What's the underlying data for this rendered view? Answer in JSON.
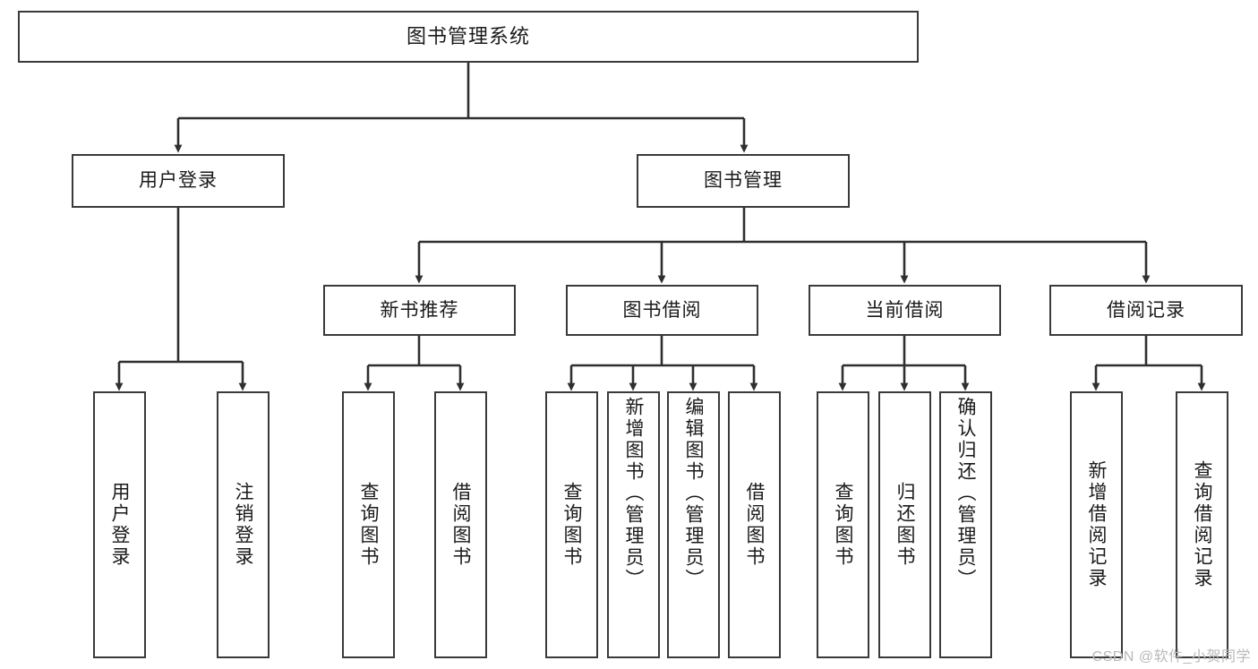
{
  "diagram": {
    "title": "图书管理系统",
    "type": "tree-hierarchy-diagram",
    "colors": {
      "box_border": "#3a3a3a",
      "box_fill": "#ffffff",
      "connector": "#2f2f2f",
      "text": "#1a1a1a",
      "watermark": "#b9b9b9",
      "background": "#ffffff"
    },
    "root": {
      "label": "图书管理系统"
    },
    "level2": [
      {
        "label": "用户登录"
      },
      {
        "label": "图书管理"
      }
    ],
    "level3": [
      {
        "label": "新书推荐"
      },
      {
        "label": "图书借阅"
      },
      {
        "label": "当前借阅"
      },
      {
        "label": "借阅记录"
      }
    ],
    "leaves": {
      "user_login": [
        {
          "label": "用户登录"
        },
        {
          "label": "注销登录"
        }
      ],
      "new_book_recommend": [
        {
          "label": "查询图书"
        },
        {
          "label": "借阅图书"
        }
      ],
      "book_borrow": [
        {
          "label": "查询图书"
        },
        {
          "label": "新增图书（管理员）"
        },
        {
          "label": "编辑图书（管理员）"
        },
        {
          "label": "借阅图书"
        }
      ],
      "current_borrow": [
        {
          "label": "查询图书"
        },
        {
          "label": "归还图书"
        },
        {
          "label": "确认归还（管理员）"
        }
      ],
      "borrow_records": [
        {
          "label": "新增借阅记录"
        },
        {
          "label": "查询借阅记录"
        }
      ]
    }
  },
  "watermark": {
    "text": "CSDN @软件_小贺同学"
  }
}
